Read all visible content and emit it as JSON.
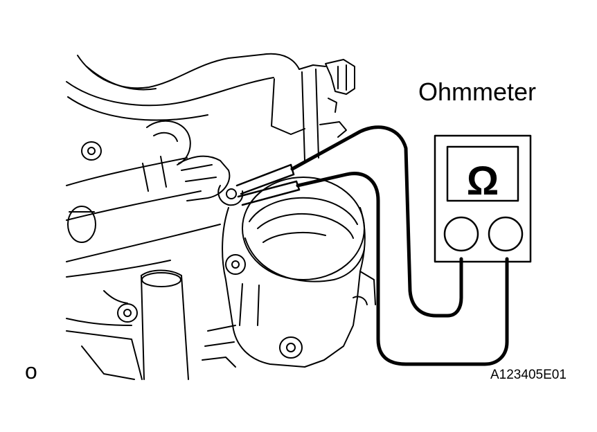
{
  "figure": {
    "meter_label": "Ohmmeter",
    "ohm_symbol": "Ω",
    "figure_code": "A123405E01",
    "corner_mark": "o"
  },
  "colors": {
    "line": "#000000",
    "background": "#ffffff"
  },
  "icons": [
    "engine-line-art",
    "ohmmeter-icon",
    "test-probe-icon",
    "terminal-jack-icon"
  ]
}
